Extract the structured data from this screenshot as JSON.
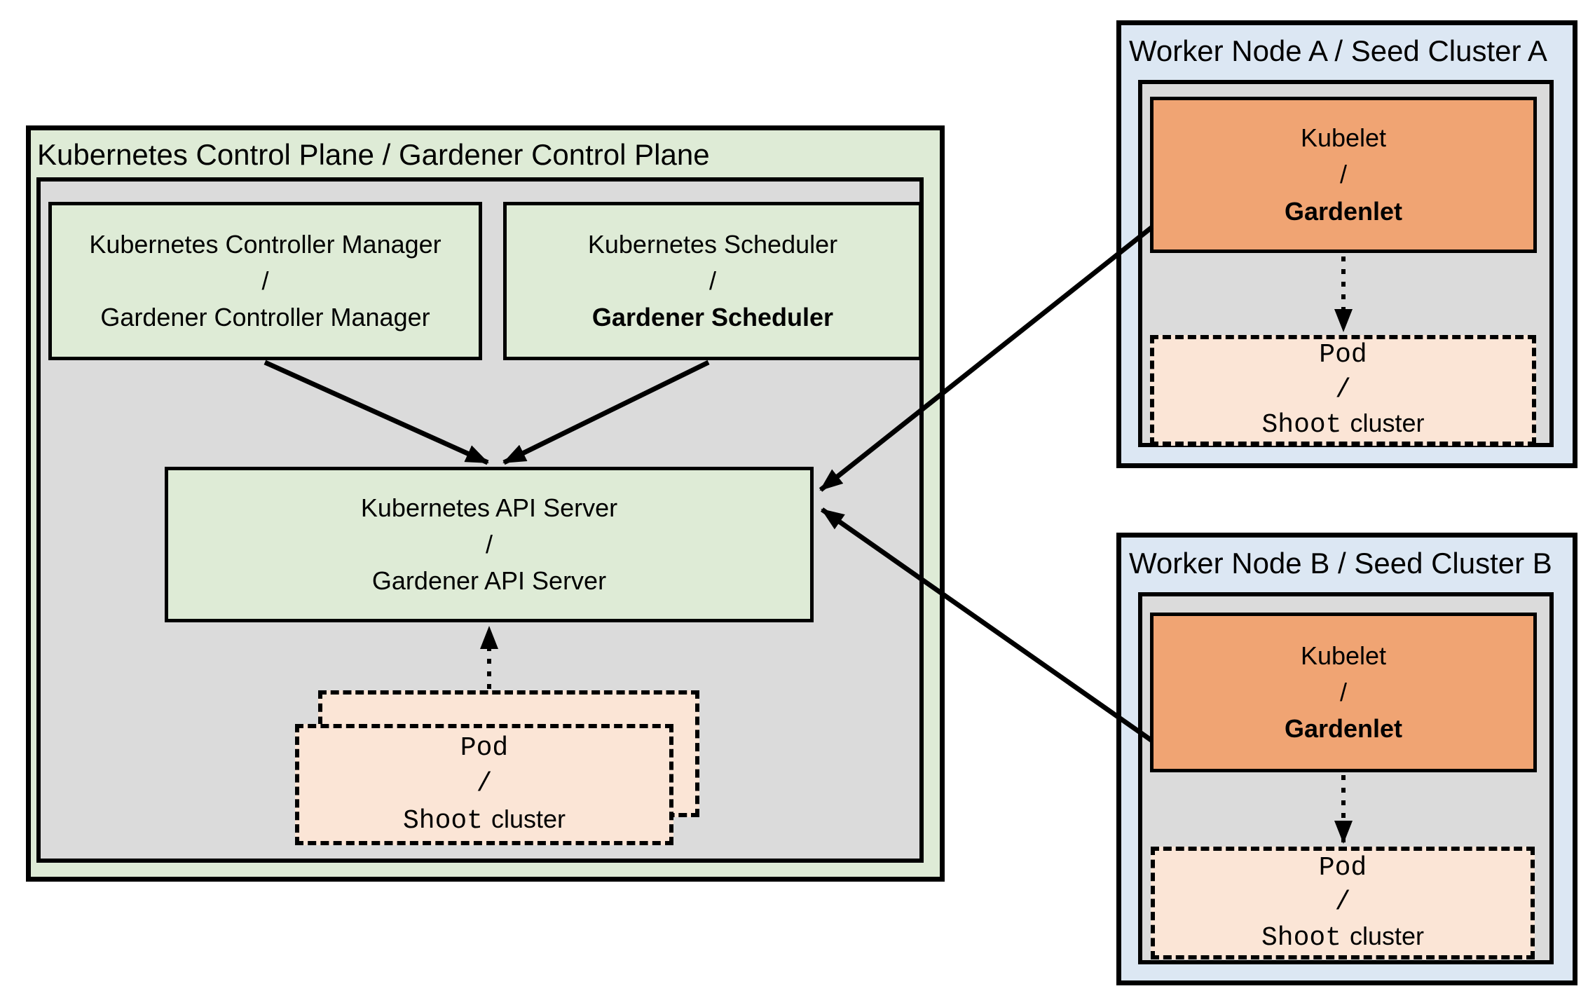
{
  "colors": {
    "green": "#DEEBD6",
    "gray": "#DBDBDB",
    "blue": "#DCE7F3",
    "orange": "#F0A473",
    "peach": "#FBE5D6",
    "line": "#000000"
  },
  "control_plane": {
    "title": "Kubernetes Control Plane / Gardener Control Plane",
    "controller_manager": {
      "line1": "Kubernetes Controller Manager",
      "slash": "/",
      "line2": "Gardener Controller Manager"
    },
    "scheduler": {
      "line1": "Kubernetes Scheduler",
      "slash": "/",
      "line2": "Gardener Scheduler"
    },
    "api_server": {
      "line1": "Kubernetes API Server",
      "slash": "/",
      "line2": "Gardener API Server"
    },
    "pod": {
      "line1": "Pod",
      "slash": "/",
      "shoot": "Shoot",
      "cluster": "cluster"
    }
  },
  "worker_nodes": [
    {
      "title": "Worker Node A / Seed Cluster A",
      "kubelet": {
        "line1": "Kubelet",
        "slash": "/",
        "line2": "Gardenlet"
      },
      "pod": {
        "line1": "Pod",
        "slash": "/",
        "shoot": "Shoot",
        "cluster": "cluster"
      }
    },
    {
      "title": "Worker Node B / Seed Cluster B",
      "kubelet": {
        "line1": "Kubelet",
        "slash": "/",
        "line2": "Gardenlet"
      },
      "pod": {
        "line1": "Pod",
        "slash": "/",
        "shoot": "Shoot",
        "cluster": "cluster"
      }
    }
  ]
}
